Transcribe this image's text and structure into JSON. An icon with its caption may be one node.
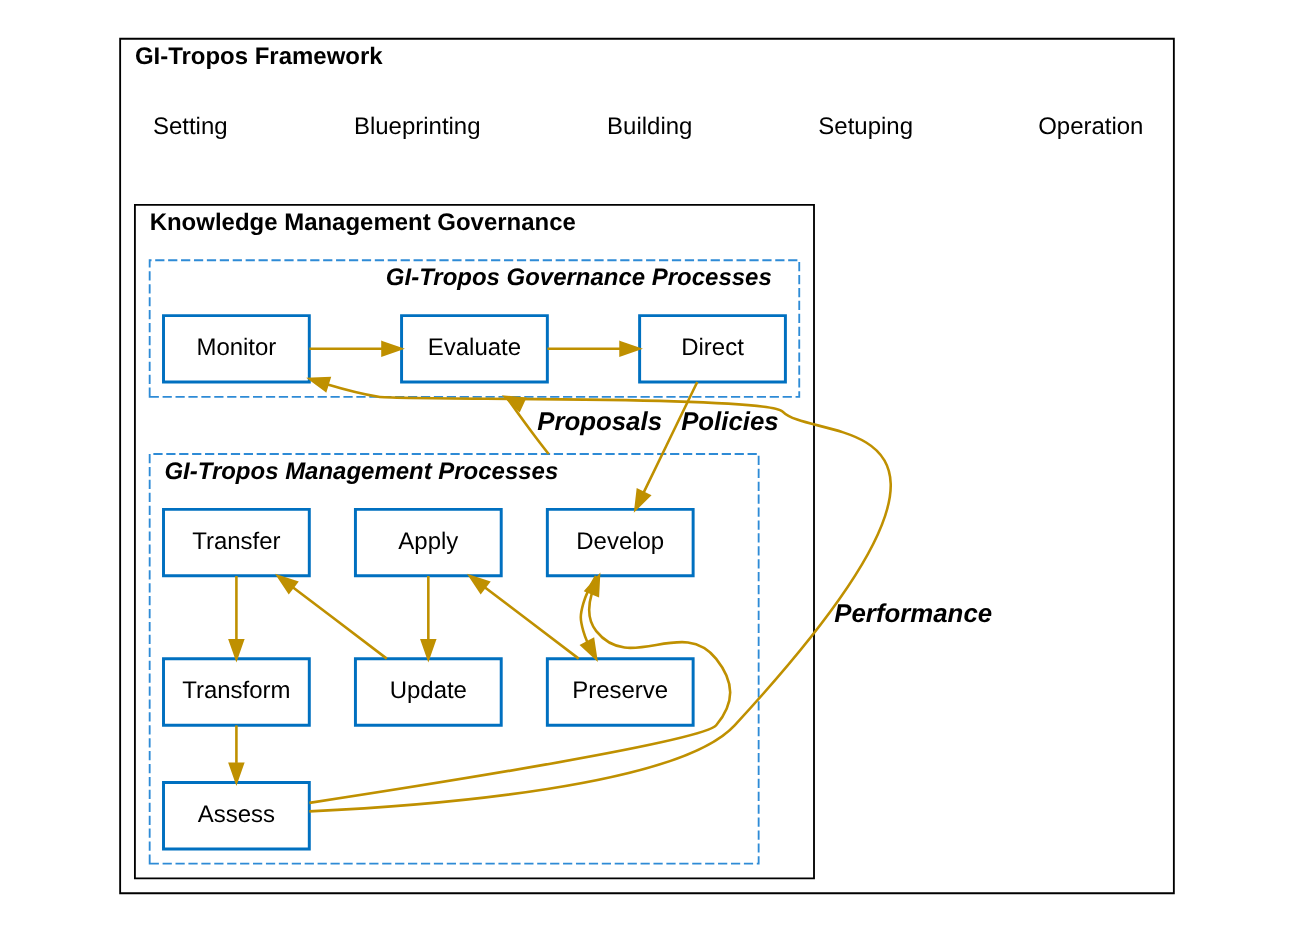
{
  "diagram": {
    "nodes": [
      {
        "text": [
          "GI-Tropos Framework"
        ]
      },
      {
        "text": [
          "Knowledge Management Governance"
        ],
        "in": 0
      },
      {
        "text": [
          "GI-Tropos Governance Processes"
        ],
        "in": 1
      },
      {
        "text": [
          "Evaluate"
        ],
        "in": 2
      },
      {
        "text": [
          "Direct"
        ],
        "in": 2
      },
      {
        "text": [
          "Monitor"
        ],
        "in": 2
      },
      {
        "text": [
          "GI-Tropos Management Processes"
        ],
        "in": 1
      },
      {
        "text": [
          "Develop"
        ],
        "in": 6
      },
      {
        "text": [
          "Preserve"
        ],
        "in": 6
      },
      {
        "text": [
          "Apply"
        ],
        "in": 6
      },
      {
        "text": [
          "Update"
        ],
        "in": 6
      },
      {
        "text": [
          "Transfer"
        ],
        "in": 6
      },
      {
        "text": [
          "Transform"
        ],
        "in": 6
      },
      {
        "text": [
          "Assess"
        ],
        "in": 6
      }
    ],
    "edges": [
      {
        "from": 5,
        "to": 3,
        "arrow": "to"
      },
      {
        "from": 3,
        "to": 4,
        "arrow": "to"
      },
      {
        "from": 4,
        "to": 7,
        "arrow": "to",
        "label": "Policies"
      },
      {
        "from": 7,
        "to": 8,
        "arrow": "to"
      },
      {
        "from": 8,
        "to": 9,
        "arrow": "to"
      },
      {
        "from": 9,
        "to": 10,
        "arrow": "to"
      },
      {
        "from": 10,
        "to": 11,
        "arrow": "to"
      },
      {
        "from": 11,
        "to": 12,
        "arrow": "to"
      },
      {
        "from": 12,
        "to": 13,
        "arrow": "to"
      },
      {
        "from": 13,
        "to": 7,
        "arrow": "to"
      },
      {
        "from": 13,
        "to": 5,
        "arrow": "to",
        "label": "Performance"
      },
      {
        "from": 6,
        "to": 2,
        "arrow": "to",
        "label": "Proposals"
      }
    ],
    "labels": [
      "Setting",
      "Blueprinting",
      "Building",
      "Setuping",
      "Operation"
    ]
  }
}
